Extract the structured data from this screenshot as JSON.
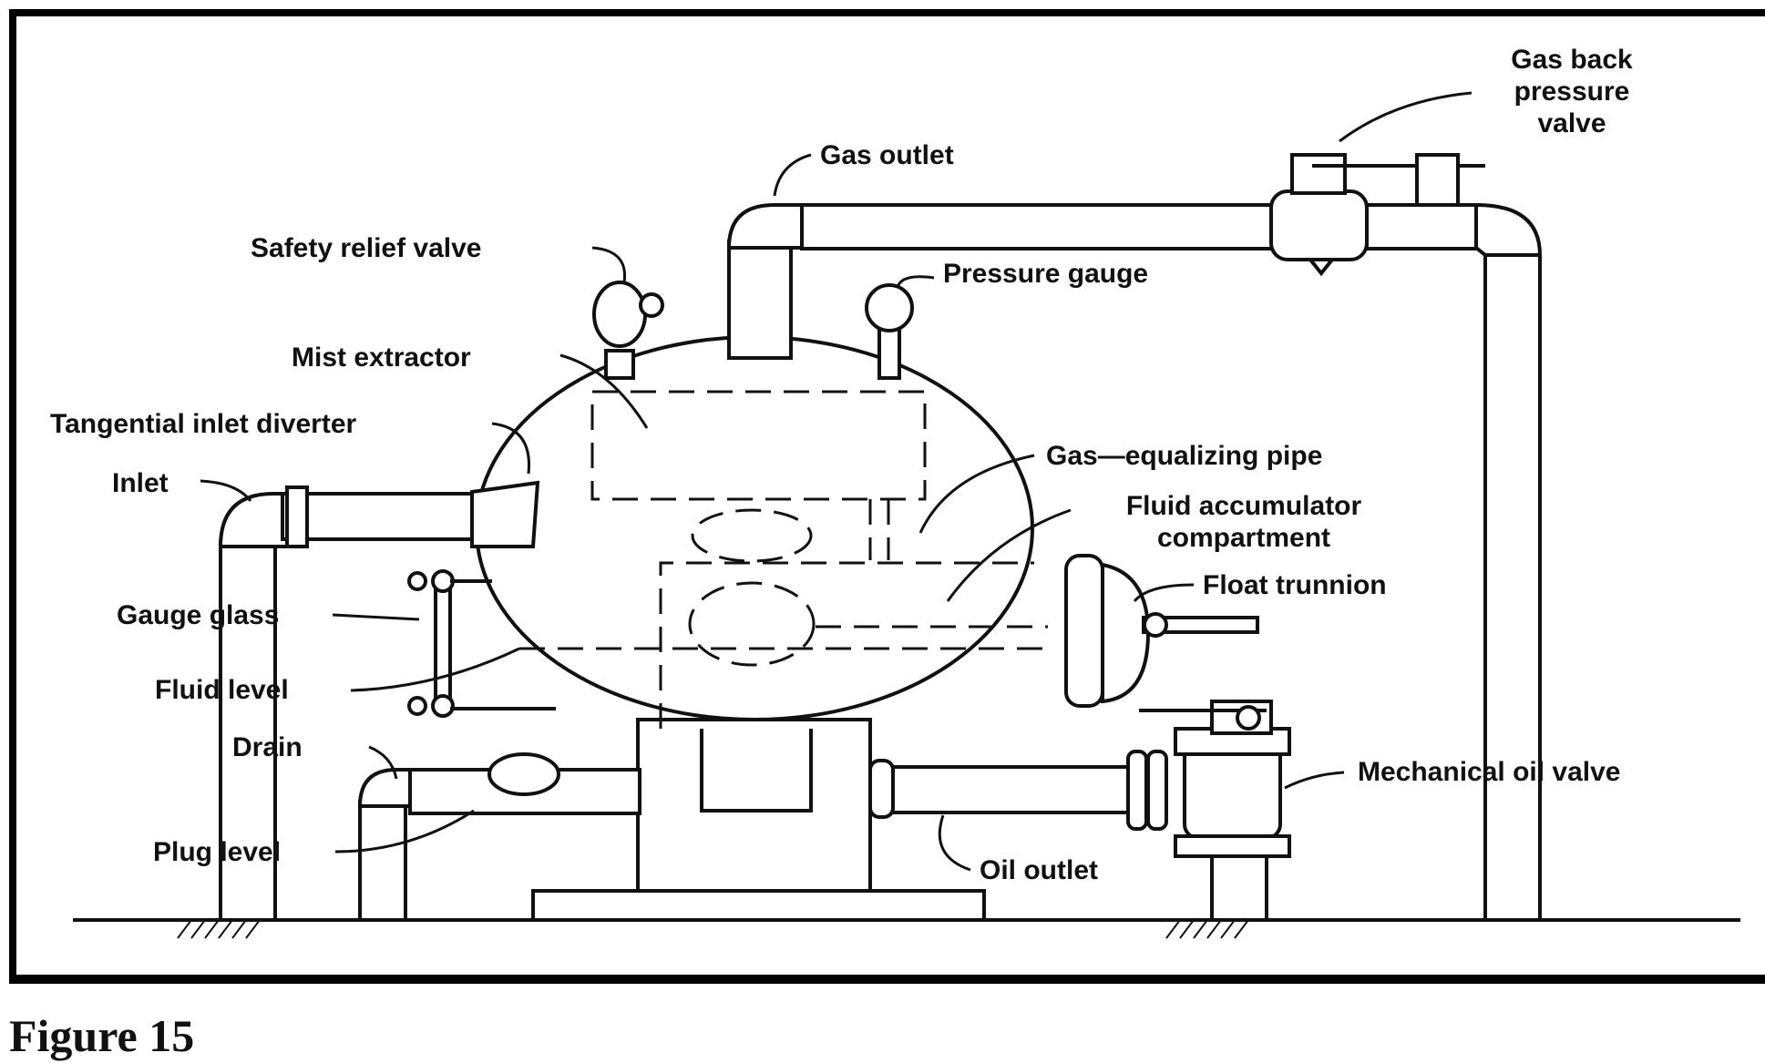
{
  "figure": {
    "caption": "Figure 15",
    "labels": {
      "gas_back_pressure_valve": [
        "Gas back",
        "pressure",
        "valve"
      ],
      "gas_outlet": "Gas outlet",
      "safety_relief_valve": "Safety relief valve",
      "pressure_gauge": "Pressure gauge",
      "mist_extractor": "Mist extractor",
      "tangential_inlet_diverter": "Tangential inlet diverter",
      "inlet": "Inlet",
      "gas_equalizing_pipe": "Gas—equalizing pipe",
      "fluid_accumulator_compartment": [
        "Fluid accumulator",
        "compartment"
      ],
      "float_trunnion": "Float trunnion",
      "gauge_glass": "Gauge glass",
      "fluid_level": "Fluid level",
      "drain": "Drain",
      "mechanical_oil_valve": "Mechanical oil valve",
      "plug_level": "Plug level",
      "oil_outlet": "Oil outlet"
    }
  }
}
